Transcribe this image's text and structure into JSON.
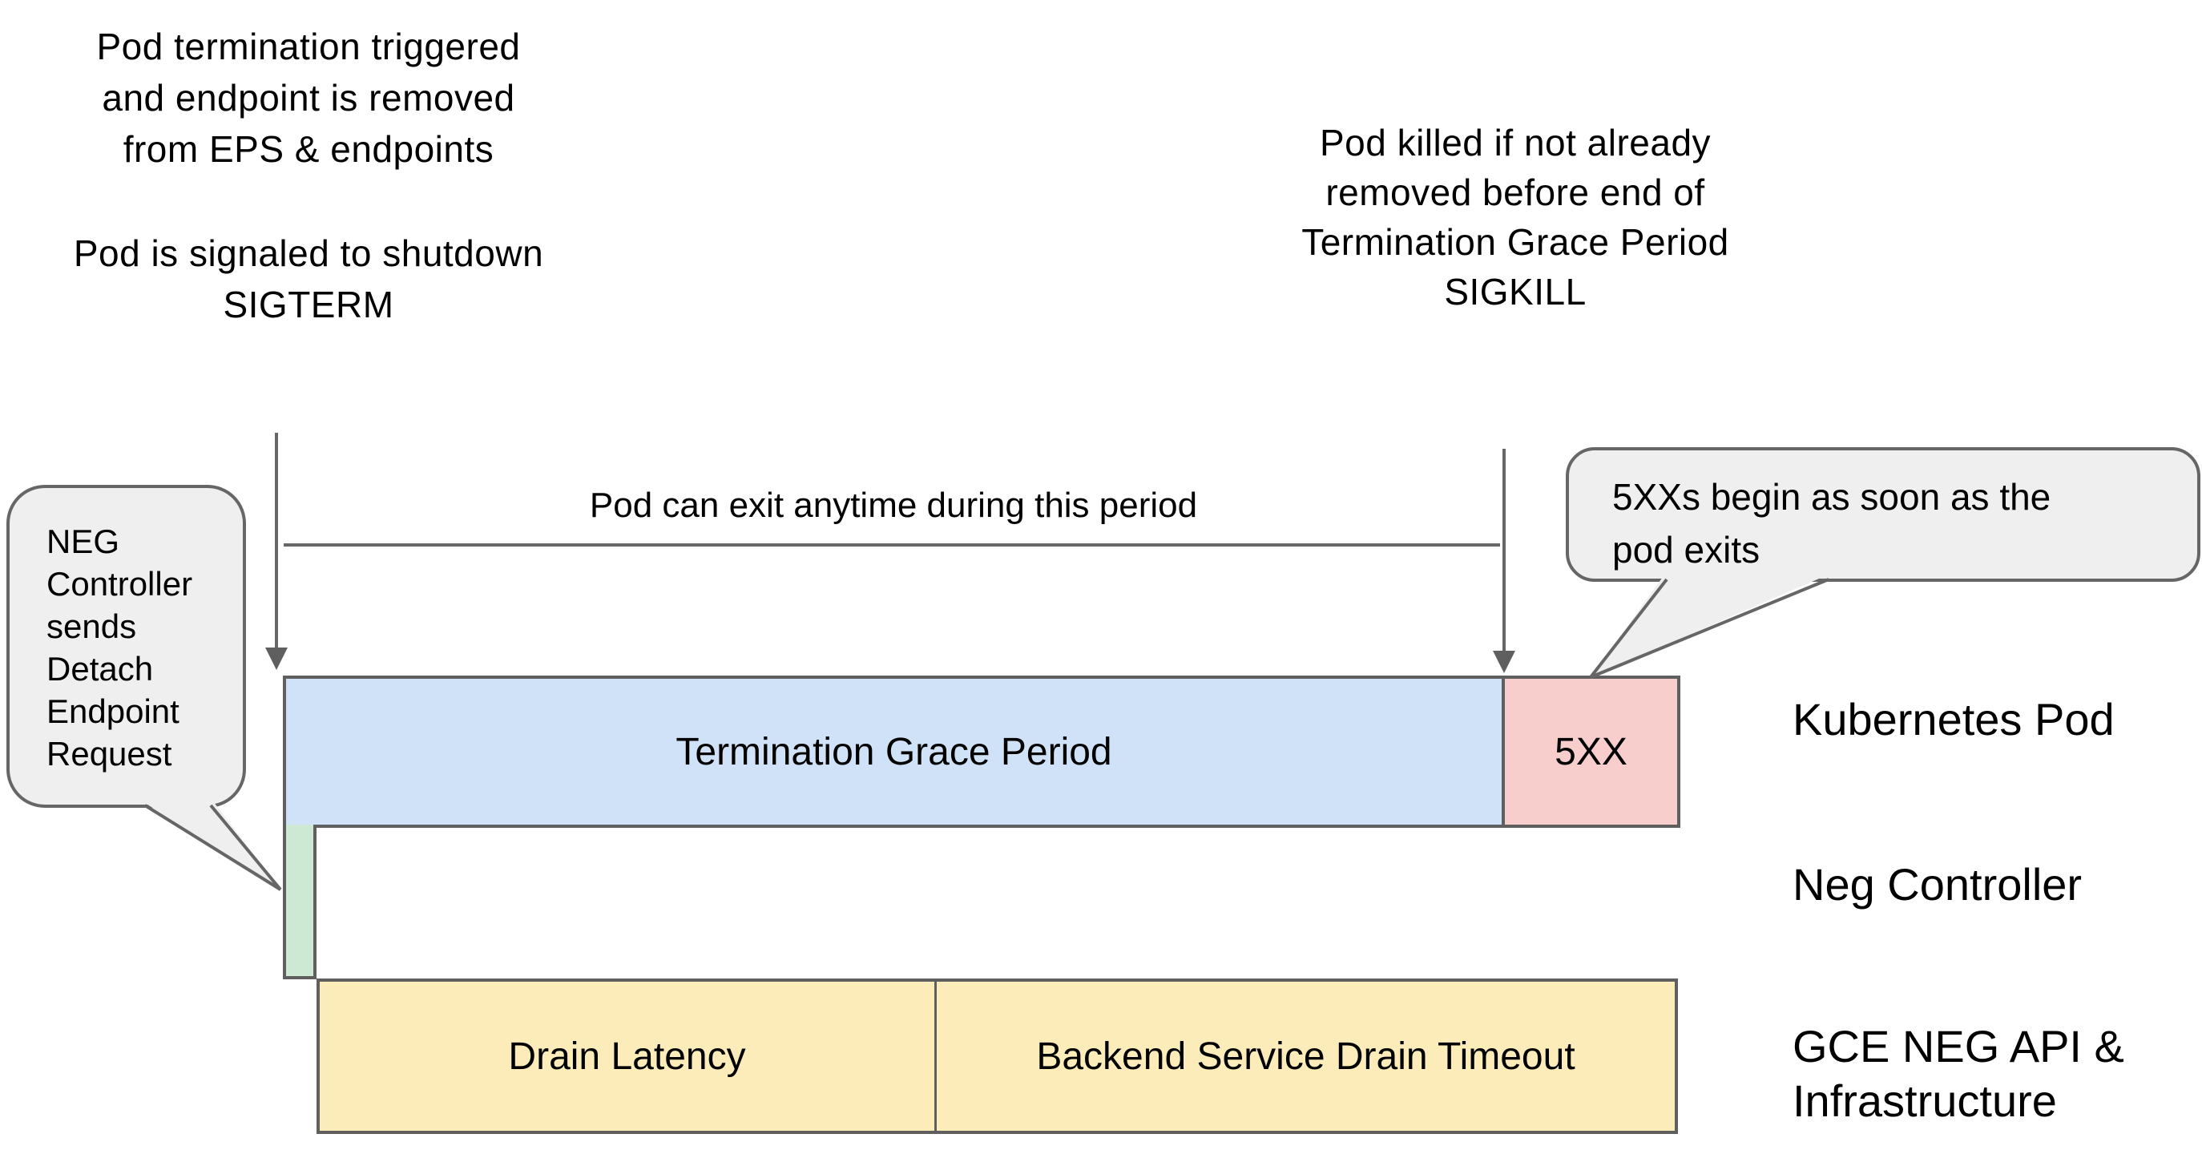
{
  "page": {
    "background": "#ffffff"
  },
  "notes": {
    "pod_termination": {
      "line1": "Pod termination triggered",
      "line2": "and endpoint is removed",
      "line3": "from EPS & endpoints"
    },
    "pod_signaled": {
      "line1": "Pod is signaled to shutdown",
      "line2": "SIGTERM"
    },
    "pod_killed": {
      "line1": "Pod killed if not already",
      "line2": "removed before end of",
      "line3": "Termination Grace Period",
      "line4": "SIGKILL"
    }
  },
  "callouts": {
    "neg_detach": {
      "line1": "NEG",
      "line2": "Controller",
      "line3": "sends",
      "line4": "Detach",
      "line5": "Endpoint",
      "line6": "Request",
      "fill": "#efefef",
      "border": "#666666"
    },
    "five_xx_begin": {
      "line1": "5XXs begin as soon as the",
      "line2": "pod exits",
      "fill": "#efefef",
      "border": "#666666"
    }
  },
  "timeline": {
    "span_label": "Pod can exit anytime during this period",
    "bars": {
      "termination_grace_period": {
        "label": "Termination Grace Period",
        "color": "#cfe2f7"
      },
      "five_xx": {
        "label": "5XX",
        "color": "#f7cecc"
      },
      "detach_request": {
        "label": "",
        "color": "#cde9d4"
      },
      "drain_latency": {
        "label": "Drain Latency",
        "color": "#fbecba"
      },
      "backend_service_drain_timeout": {
        "label": "Backend Service Drain Timeout",
        "color": "#fbecba"
      }
    },
    "border_color": "#5f5f5f",
    "arrow_color": "#666666"
  },
  "lanes": {
    "kubernetes_pod": "Kubernetes Pod",
    "neg_controller": "Neg Controller",
    "gce_neg_api": {
      "line1": "GCE NEG API &",
      "line2": "Infrastructure"
    }
  }
}
